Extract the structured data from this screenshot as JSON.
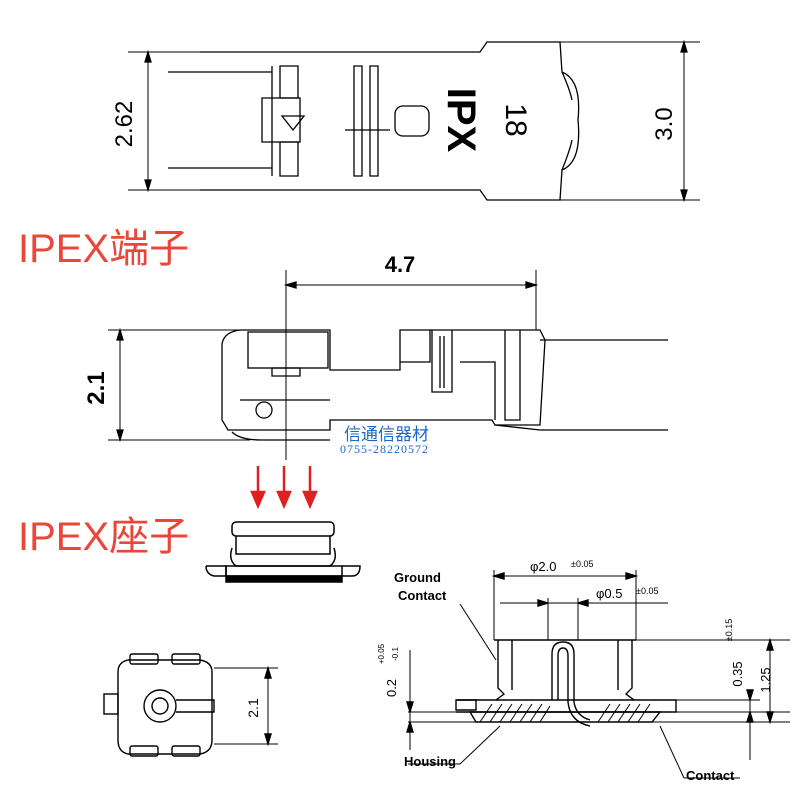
{
  "titles": {
    "terminal": "IPEX端子",
    "socket": "IPEX座子"
  },
  "top_view": {
    "brand": "IPX",
    "number": "18",
    "dim_left": "2.62",
    "dim_right": "3.0"
  },
  "side_view": {
    "dim_width": "4.7",
    "dim_height": "2.1"
  },
  "watermark": {
    "line1": "信通信器材",
    "line2": "0755-28220572"
  },
  "socket_top_view": {
    "dim_height": "2.1"
  },
  "section_view": {
    "label_ground_contact_1": "Ground",
    "label_ground_contact_2": "Contact",
    "label_housing": "Housing",
    "label_contact": "Contact",
    "dia_outer": "φ2.0",
    "dia_outer_tol": "±0.05",
    "dia_inner": "φ0.5",
    "dia_inner_tol": "±0.05",
    "dim_base": "0.2",
    "dim_base_tol_plus": "+0.05",
    "dim_base_tol_minus": "-0.1",
    "dim_035": "0.35",
    "dim_035_tol": "±0.15",
    "dim_125": "1.25"
  },
  "colors": {
    "title_red": "#e8473a",
    "arrow_red": "#e02020",
    "watermark_blue": "#1f67c8",
    "line": "#000000"
  }
}
